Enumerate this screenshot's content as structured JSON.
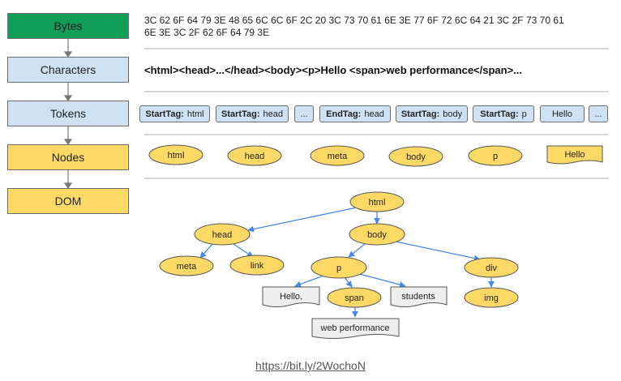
{
  "stages": [
    {
      "label": "Bytes",
      "color": "#0f9d58"
    },
    {
      "label": "Characters",
      "color": "#cfe2f3"
    },
    {
      "label": "Tokens",
      "color": "#cfe2f3"
    },
    {
      "label": "Nodes",
      "color": "#ffd966"
    },
    {
      "label": "DOM",
      "color": "#ffd966"
    }
  ],
  "bytes_line1": "3C 62 6F 64 79 3E 48 65 6C 6C 6F 2C 20 3C 73 70 61 6E 3E 77 6F 72 6C 64 21 3C 2F 73 70 61",
  "bytes_line2": "6E 3E 3C 2F 62 6F 64 79 3E",
  "characters": "<html><head>...</head><body><p>Hello <span>web performance</span>...",
  "tokens": [
    {
      "kind": "StartTag:",
      "value": "html"
    },
    {
      "kind": "StartTag:",
      "value": "head"
    },
    {
      "kind": "",
      "value": "..."
    },
    {
      "kind": "EndTag:",
      "value": "head"
    },
    {
      "kind": "StartTag:",
      "value": "body"
    },
    {
      "kind": "StartTag:",
      "value": "p"
    },
    {
      "kind": "",
      "value": "Hello"
    },
    {
      "kind": "",
      "value": "..."
    }
  ],
  "nodes": [
    "html",
    "head",
    "meta",
    "body",
    "p",
    "Hello"
  ],
  "tree": {
    "nodes": [
      "html",
      "head",
      "body",
      "meta",
      "link",
      "p",
      "div",
      "Hello,",
      "span",
      "students",
      "img",
      "web performance"
    ],
    "edges": [
      [
        "html",
        "head"
      ],
      [
        "html",
        "body"
      ],
      [
        "head",
        "meta"
      ],
      [
        "head",
        "link"
      ],
      [
        "body",
        "p"
      ],
      [
        "body",
        "div"
      ],
      [
        "p",
        "Hello,"
      ],
      [
        "p",
        "span"
      ],
      [
        "p",
        "students"
      ],
      [
        "div",
        "img"
      ],
      [
        "span",
        "web performance"
      ]
    ]
  },
  "colors": {
    "node_fill": "#ffd966",
    "text_node_fill": "#eeeeee",
    "edge": "#4a86e8",
    "stroke": "#555555"
  },
  "footer_link": "https://bit.ly/2WochoN"
}
